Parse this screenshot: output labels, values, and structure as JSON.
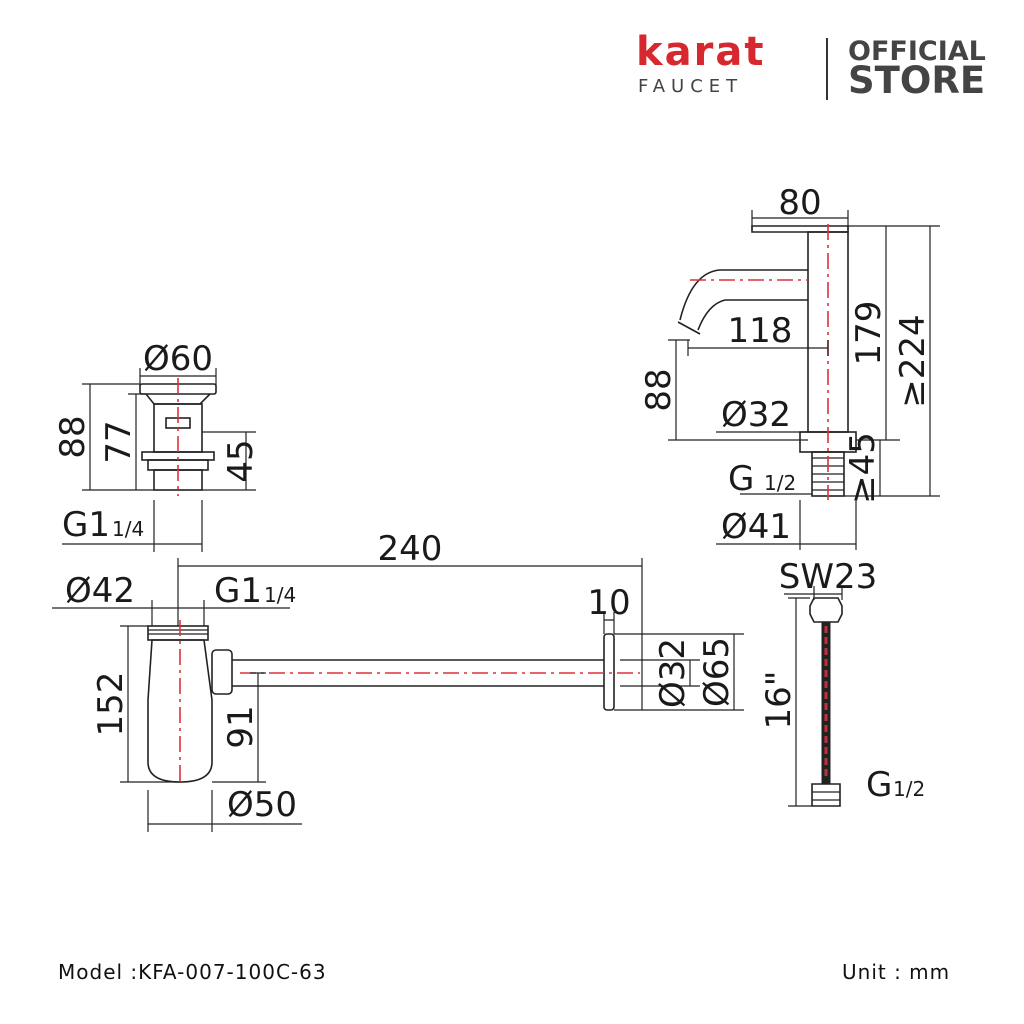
{
  "header": {
    "brand": "karat",
    "brand_sub": "FAUCET",
    "store_line1": "OFFICIAL",
    "store_line2": "STORE"
  },
  "footer": {
    "model": "Model :KFA-007-100C-63",
    "unit": "Unit : mm"
  },
  "dimensions": {
    "faucet": {
      "width_top": "80",
      "spout_reach": "118",
      "spout_height": "88",
      "body_height": "179",
      "total_height": "≥224",
      "body_diameter": "Ø32",
      "thread_len": "≥45",
      "thread": "G",
      "thread_frac": "1/2",
      "base_diameter": "Ø41"
    },
    "pop_up_drain": {
      "cap_diameter": "Ø60",
      "height_total": "88",
      "height_body": "77",
      "thread_len": "45",
      "thread": "G1",
      "thread_frac": "1/4"
    },
    "bottle_trap": {
      "length": "240",
      "inlet_diameter": "Ø42",
      "thread": "G1",
      "thread_frac": "1/4",
      "flange_depth": "10",
      "pipe_diameter": "Ø32",
      "flange_diameter": "Ø65",
      "height_total": "152",
      "outlet_height": "91",
      "bottle_diameter": "Ø50"
    },
    "hose": {
      "wrench": "SW23",
      "length": "16\"",
      "thread": "G",
      "thread_frac": "1/2"
    }
  },
  "colors": {
    "brand_red": "#d8282f",
    "centerline_red": "#e0303a",
    "line": "#222222"
  }
}
